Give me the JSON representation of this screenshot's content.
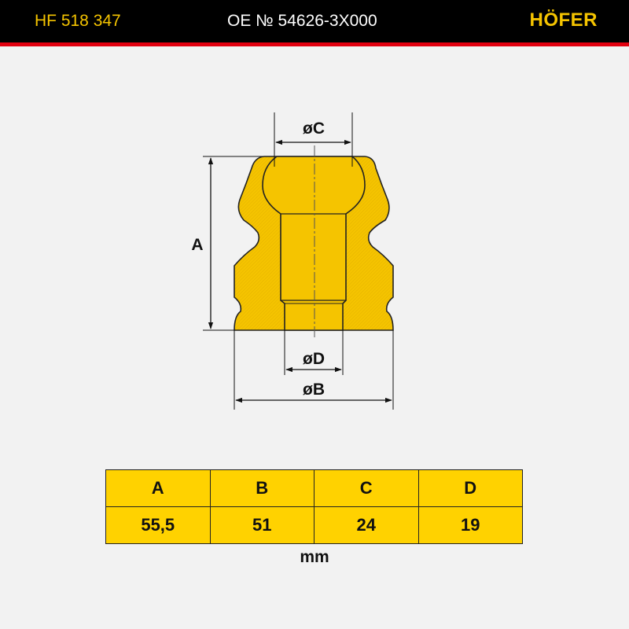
{
  "header": {
    "part_number": "HF 518 347",
    "oe_number": "OE № 54626-3X000",
    "brand": "HÖFER"
  },
  "diagram": {
    "labels": {
      "A": "A",
      "B": "øB",
      "C": "øC",
      "D": "øD"
    }
  },
  "dimensions_table": {
    "headers": [
      "A",
      "B",
      "C",
      "D"
    ],
    "values": [
      "55,5",
      "51",
      "24",
      "19"
    ],
    "unit": "mm"
  },
  "colors": {
    "header_bg": "#000000",
    "accent_red": "#e3000f",
    "accent_yellow": "#ffd200",
    "part_fill": "#f5c400",
    "background": "#f2f2f2"
  }
}
